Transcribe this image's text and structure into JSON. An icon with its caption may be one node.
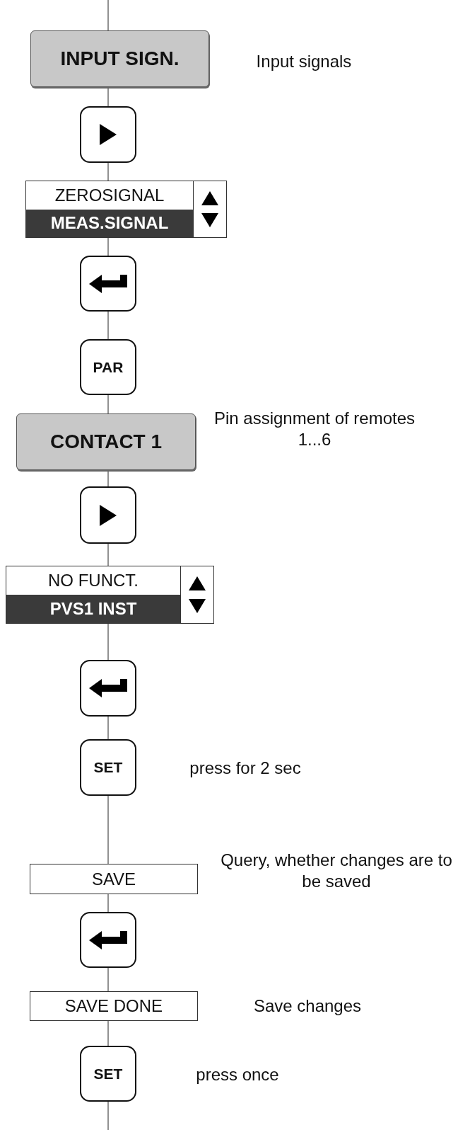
{
  "diagram": {
    "nodes": [
      {
        "text": [
          "INPUT SIGN."
        ],
        "beside": [
          "Input signals"
        ]
      },
      {
        "text": [],
        "shape": "box"
      },
      {
        "text": [
          "ZEROSIGNAL",
          "MEAS.SIGNAL"
        ]
      },
      {
        "text": [],
        "shape": "box"
      },
      {
        "text": [
          "PAR"
        ]
      },
      {
        "text": [
          "CONTACT 1"
        ],
        "beside": [
          "Pin assignment of remotes 1...6"
        ]
      },
      {
        "text": [],
        "shape": "box"
      },
      {
        "text": [
          "NO FUNCT.",
          "PVS1 INST"
        ]
      },
      {
        "text": [],
        "shape": "box"
      },
      {
        "text": [
          "SET"
        ],
        "beside": [
          "press for 2 sec"
        ]
      },
      {
        "text": [
          "SAVE"
        ],
        "beside": [
          "Query, whether changes are to be saved"
        ]
      },
      {
        "text": [],
        "shape": "box"
      },
      {
        "text": [
          "SAVE DONE"
        ],
        "beside": [
          "Save changes"
        ]
      },
      {
        "text": [
          "SET"
        ],
        "beside": [
          "press once"
        ]
      }
    ],
    "edges": [
      {
        "from": null,
        "to": 0,
        "arrow": "none"
      },
      {
        "from": 0,
        "to": 1,
        "arrow": "none"
      },
      {
        "from": 1,
        "to": 2,
        "arrow": "none"
      },
      {
        "from": 2,
        "to": 3,
        "arrow": "none"
      },
      {
        "from": 3,
        "to": 4,
        "arrow": "none"
      },
      {
        "from": 4,
        "to": 5,
        "arrow": "none"
      },
      {
        "from": 5,
        "to": 6,
        "arrow": "none"
      },
      {
        "from": 6,
        "to": 7,
        "arrow": "none"
      },
      {
        "from": 7,
        "to": 8,
        "arrow": "none"
      },
      {
        "from": 8,
        "to": 9,
        "arrow": "none"
      },
      {
        "from": 9,
        "to": 10,
        "arrow": "none"
      },
      {
        "from": 10,
        "to": 11,
        "arrow": "none"
      },
      {
        "from": 11,
        "to": 12,
        "arrow": "none"
      },
      {
        "from": 12,
        "to": 13,
        "arrow": "none"
      },
      {
        "from": 13,
        "to": null,
        "arrow": "none"
      }
    ]
  }
}
